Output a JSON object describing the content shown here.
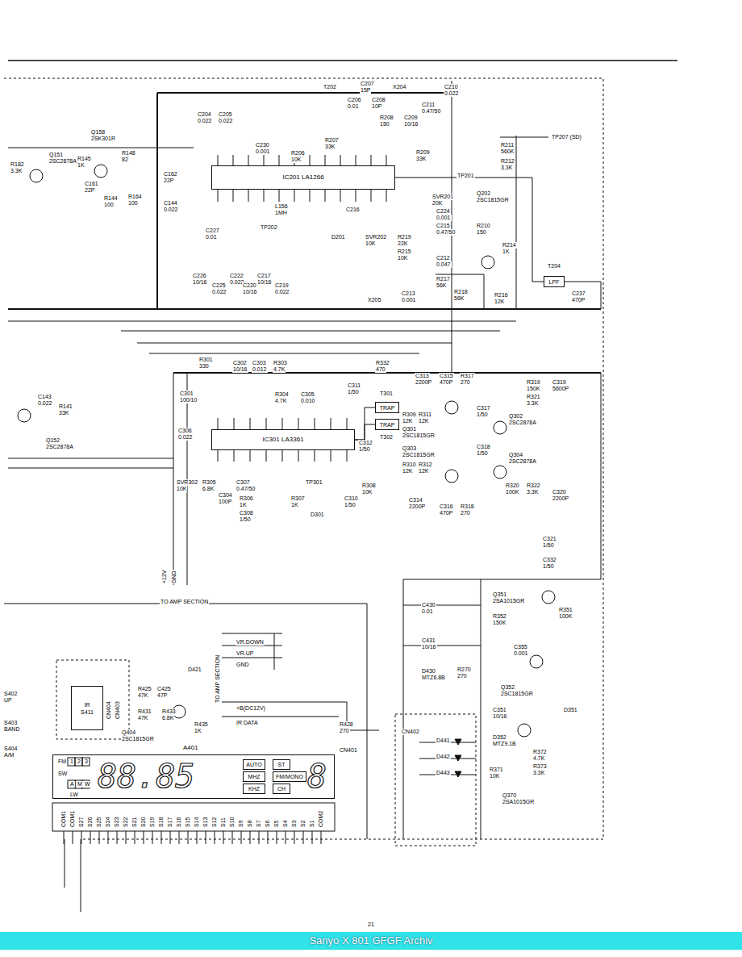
{
  "diagram": {
    "caption": "Sanyo X 801 GFGF Archiv",
    "nodes": [
      {
        "text": [
          "IC201 LA1266"
        ]
      },
      {
        "text": [
          "IC301 LA3361"
        ]
      },
      {
        "text": [
          "TRAP"
        ]
      },
      {
        "text": [
          "TRAP"
        ]
      },
      {
        "text": [
          "LPF"
        ]
      },
      {
        "text": [
          "IR",
          "S411"
        ]
      },
      {
        "text": [
          "A401"
        ]
      },
      {
        "text": [
          "AUTO"
        ],
        "in": 6
      },
      {
        "text": [
          "ST"
        ],
        "in": 6
      },
      {
        "text": [
          "MHZ"
        ],
        "in": 6
      },
      {
        "text": [
          "FM/MONO"
        ],
        "in": 6
      },
      {
        "text": [
          "KHZ"
        ],
        "in": 6
      },
      {
        "text": [
          "CH"
        ],
        "in": 6
      }
    ],
    "edges": [
      {
        "from": 1,
        "to": 2,
        "arrow": "none"
      },
      {
        "from": 1,
        "to": 3,
        "arrow": "none"
      },
      {
        "from": 0,
        "to": 4,
        "arrow": "none"
      }
    ],
    "labels": [
      "Q158",
      "2SK301R",
      "Q151",
      "2SC2878A",
      "R182",
      "3.3K",
      "R145",
      "1K",
      "R148",
      "82",
      "C161",
      "22P",
      "R144",
      "100",
      "R164",
      "100",
      "C162",
      "22P",
      "C144",
      "0.022",
      "C227",
      "0.01",
      "C204",
      "0.022",
      "C205",
      "0.022",
      "C230",
      "0.001",
      "R206",
      "10K",
      "R207",
      "33K",
      "T202",
      "C206",
      "0.01",
      "C207",
      "15P",
      "C208",
      "10P",
      "R208",
      "150",
      "X204",
      "C209",
      "10/16",
      "C211",
      "0.47/50",
      "C210",
      "0.022",
      "R209",
      "33K",
      "TP201",
      "TP207 (SD)",
      "R211",
      "560K",
      "R212",
      "3.3K",
      "Q202",
      "2SC1815GR",
      "SVR201",
      "20K",
      "C224",
      "0.001",
      "C215",
      "0.47/50",
      "C216",
      "D201",
      "SVR202",
      "10K",
      "R219",
      "22K",
      "R215",
      "10K",
      "R210",
      "150",
      "R214",
      "1K",
      "T204",
      "C212",
      "0.047",
      "R217",
      "56K",
      "R218",
      "56K",
      "R216",
      "12K",
      "C213",
      "0.001",
      "X205",
      "L156",
      "1MH",
      "TP202",
      "C226",
      "10/16",
      "C225",
      "0.022",
      "C222",
      "0.022",
      "C220",
      "10/16",
      "C217",
      "10/16",
      "C219",
      "0.022",
      "C237",
      "470P",
      "R301",
      "330",
      "C302",
      "10/16",
      "C303",
      "0.012",
      "R303",
      "4.7K",
      "R304",
      "4.7K",
      "C305",
      "0.010",
      "R332",
      "470",
      "C311",
      "1/50",
      "T301",
      "C313",
      "2200P",
      "C315",
      "470P",
      "R317",
      "270",
      "R319",
      "150K",
      "R321",
      "3.3K",
      "C319",
      "5600P",
      "R309",
      "12K",
      "R311",
      "12K",
      "Q301",
      "2SC1815GR",
      "C312",
      "1/50",
      "T302",
      "C317",
      "1/50",
      "Q302",
      "2SC2878A",
      "Q303",
      "2SC1815GR",
      "C318",
      "1/50",
      "Q304",
      "2SC2878A",
      "R310",
      "12K",
      "R312",
      "12K",
      "R320",
      "100K",
      "R322",
      "3.3K",
      "C320",
      "2200P",
      "C314",
      "2200P",
      "C316",
      "470P",
      "R318",
      "270",
      "C301",
      "100/10",
      "C306",
      "0.022",
      "SVR302",
      "10K",
      "R305",
      "6.8K",
      "C304",
      "100P",
      "C307",
      "0.47/50",
      "R306",
      "1K",
      "C308",
      "1/50",
      "TP301",
      "R307",
      "1K",
      "D301",
      "R308",
      "10K",
      "C310",
      "1/50",
      "C321",
      "1/50",
      "C332",
      "1/50",
      "+12V",
      "GND",
      "TO AMP SECTION",
      "C143",
      "0.022",
      "R141",
      "33K",
      "Q152",
      "2SC2878A",
      "C430",
      "0.01",
      "C431",
      "10/16",
      "D430",
      "MTZ6.8B",
      "R270",
      "270",
      "Q351",
      "2SA1015GR",
      "R352",
      "150K",
      "R351",
      "100K",
      "C355",
      "0.001",
      "Q352",
      "2SC1815GR",
      "C351",
      "10/16",
      "D351",
      "D352",
      "MTZ9.1B",
      "R371",
      "10K",
      "R372",
      "4.7K",
      "R373",
      "3.3K",
      "Q370",
      "2SA1015GR",
      "VR.DOWN",
      "VR.UP",
      "GND",
      "TO AMP SECTION",
      "+B(DC12V)",
      "IR DATA",
      "D421",
      "R425",
      "47K",
      "C425",
      "47P",
      "R431",
      "47K",
      "R433",
      "6.8K",
      "CN404",
      "CN403",
      "Q404",
      "2SC1815GR",
      "R435",
      "1K",
      "R428",
      "270",
      "CN402",
      "CN401",
      "D441",
      "D442",
      "D443",
      "S402",
      "UP",
      "S403",
      "BAND",
      "S404",
      "A/M",
      "FM",
      "1",
      "2",
      "3",
      "SW",
      "A",
      "M",
      "W",
      "LW",
      "88.85",
      "8",
      "21",
      "COM1",
      "COM1",
      "S27",
      "S26",
      "S25",
      "S24",
      "S23",
      "S22",
      "S21",
      "S20",
      "S19",
      "S18",
      "S17",
      "S16",
      "S15",
      "S14",
      "S13",
      "S12",
      "S11",
      "S10",
      "S9",
      "S8",
      "S7",
      "S6",
      "S5",
      "S4",
      "S3",
      "S2",
      "S1",
      "COM2"
    ]
  }
}
